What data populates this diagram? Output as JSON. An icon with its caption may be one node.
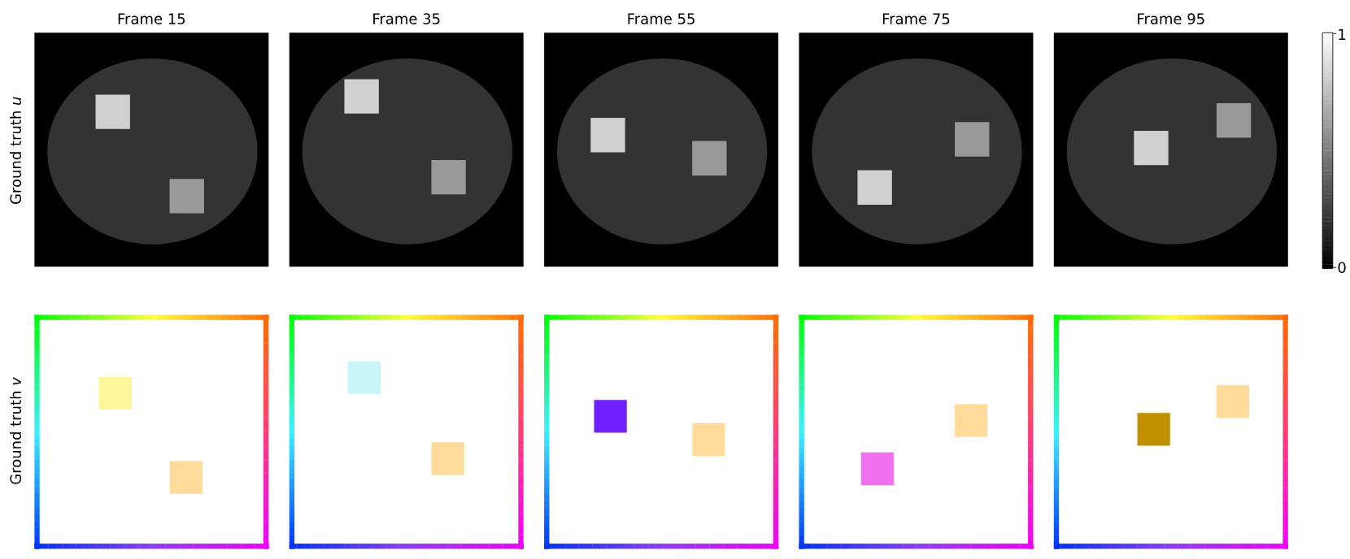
{
  "diagram": {
    "labels": [
      "Frame 15",
      "Frame 35",
      "Frame 55",
      "Frame 75",
      "Frame 95",
      "Ground truth *u*",
      "1",
      "0",
      "Ground truth *v*"
    ]
  }
}
